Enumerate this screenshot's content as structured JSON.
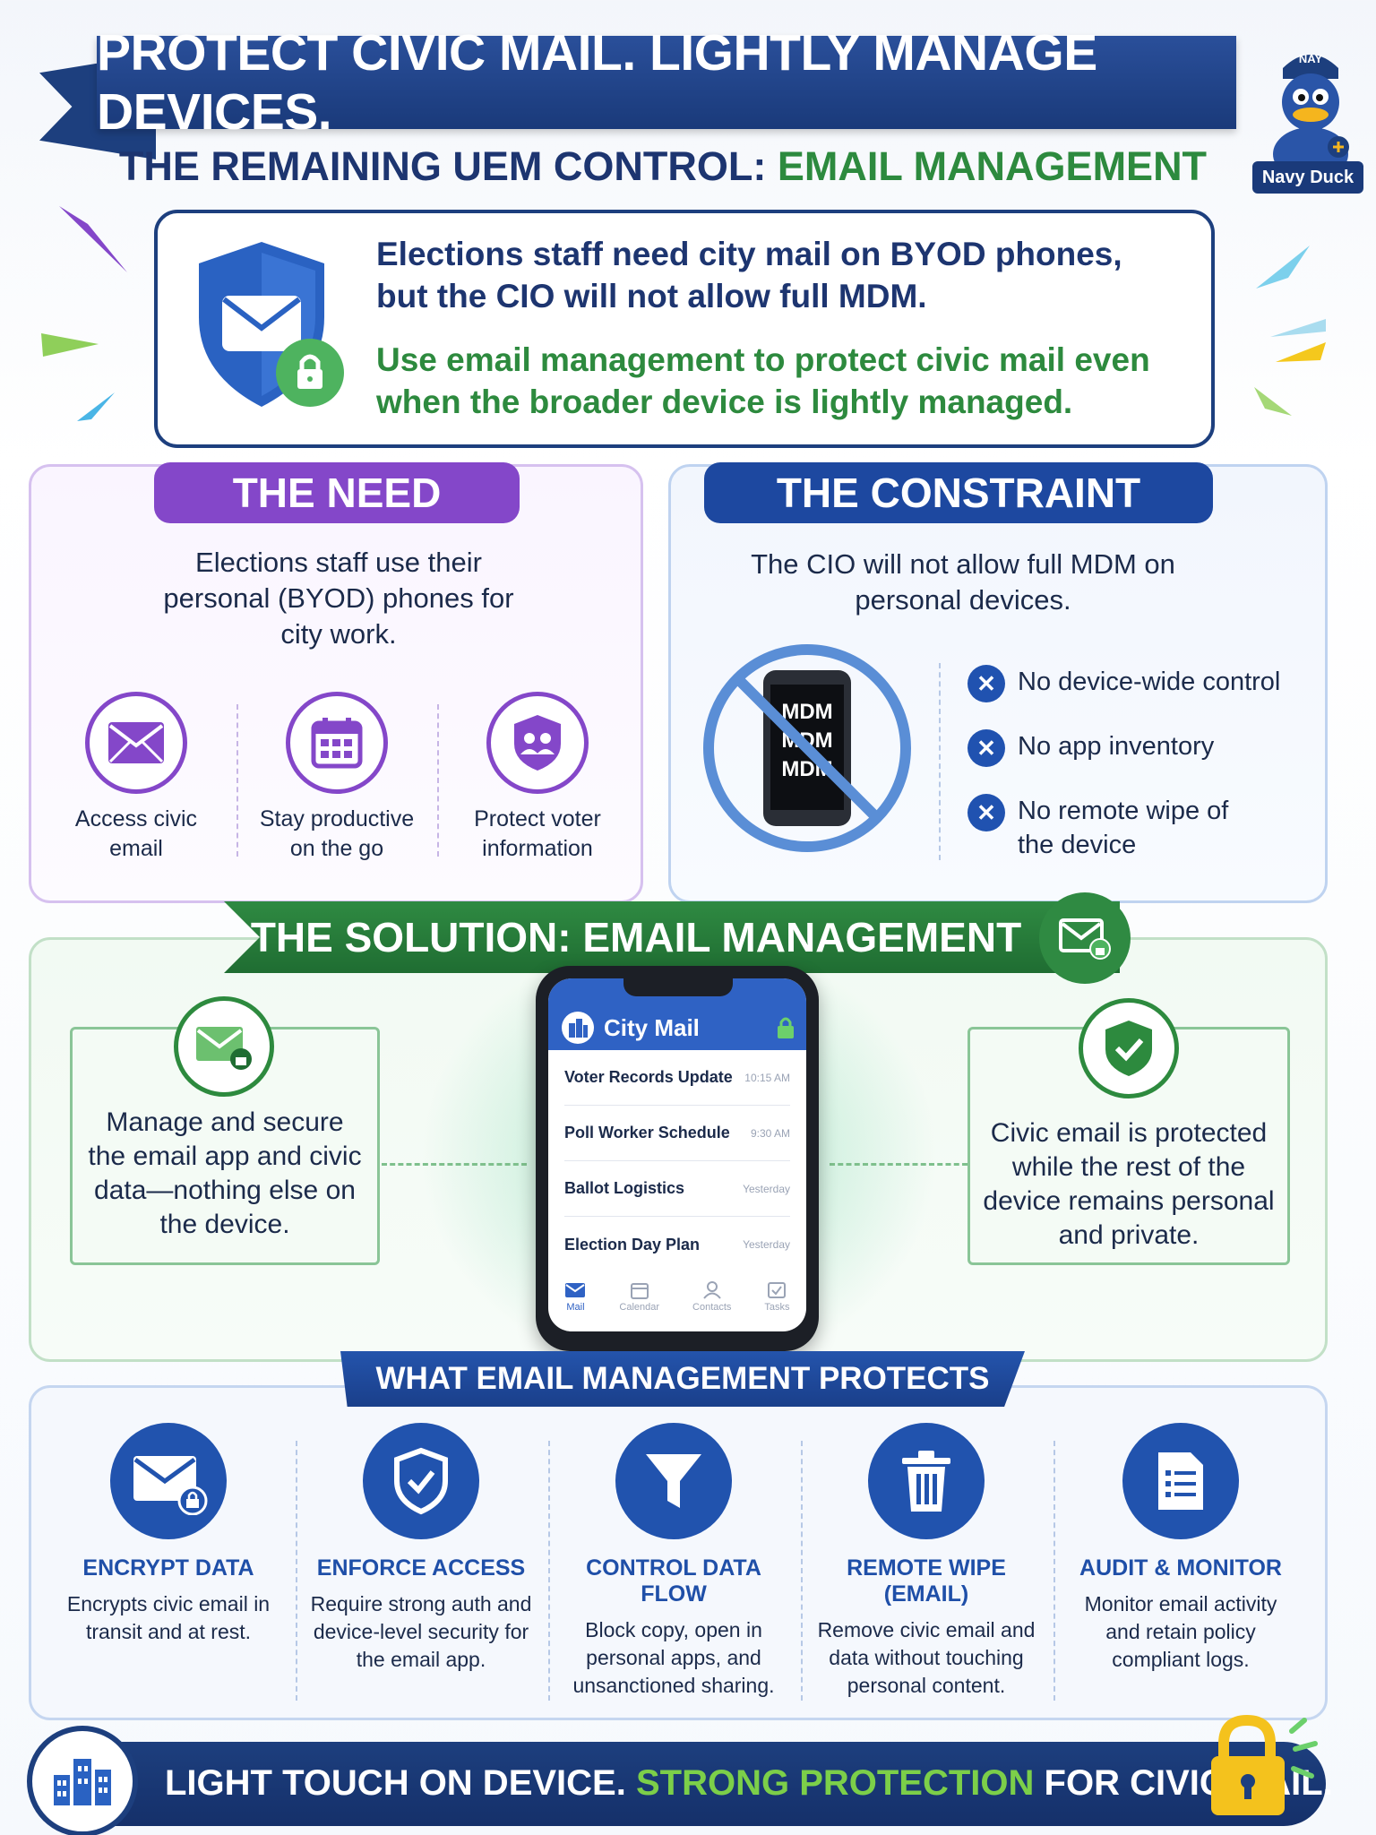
{
  "header": {
    "title": "PROTECT CIVIC MAIL. LIGHTLY MANAGE DEVICES.",
    "subtitle_main": "THE REMAINING UEM CONTROL: ",
    "subtitle_accent": "EMAIL MANAGEMENT",
    "mascot_cap": "NAY",
    "mascot_label": "Navy Duck"
  },
  "intro": {
    "line1": "Elections staff need city mail on BYOD phones, but the CIO will not allow full MDM.",
    "line2": "Use email management to protect civic mail even when the broader device is lightly managed.",
    "icon": "shield-mail-lock-icon"
  },
  "need": {
    "heading": "THE NEED",
    "description": "Elections staff use their personal (BYOD) phones for city work.",
    "items": [
      {
        "label": "Access civic email",
        "icon": "envelope-icon"
      },
      {
        "label": "Stay productive on the go",
        "icon": "calendar-icon"
      },
      {
        "label": "Protect voter information",
        "icon": "shield-people-icon"
      }
    ]
  },
  "constraint": {
    "heading": "THE CONSTRAINT",
    "description": "The CIO will not allow full MDM on personal devices.",
    "phone_screen_text": [
      "MDM",
      "MDM",
      "MDM"
    ],
    "items": [
      {
        "label": "No device-wide control"
      },
      {
        "label": "No app inventory"
      },
      {
        "label": "No remote wipe of the device"
      }
    ],
    "x_glyph": "✕"
  },
  "solution": {
    "heading": "THE SOLUTION: EMAIL MANAGEMENT",
    "left_text": "Manage and secure the email app and civic data—nothing else on the device.",
    "right_text": "Civic email is protected while the rest of the device remains personal and private.",
    "phone": {
      "app_title": "City Mail",
      "messages": [
        {
          "subject": "Voter Records Update",
          "time": "10:15 AM"
        },
        {
          "subject": "Poll Worker Schedule",
          "time": "9:30 AM"
        },
        {
          "subject": "Ballot Logistics",
          "time": "Yesterday"
        },
        {
          "subject": "Election Day Plan",
          "time": "Yesterday"
        }
      ],
      "tabs": [
        "Mail",
        "Calendar",
        "Contacts",
        "Tasks"
      ]
    }
  },
  "protects": {
    "heading": "WHAT EMAIL MANAGEMENT PROTECTS",
    "items": [
      {
        "title": "ENCRYPT DATA",
        "desc": "Encrypts civic email in transit and at rest.",
        "icon": "envelope-lock-icon"
      },
      {
        "title": "ENFORCE ACCESS",
        "desc": "Require strong auth and device-level security for the email app.",
        "icon": "shield-check-icon"
      },
      {
        "title": "CONTROL DATA FLOW",
        "desc": "Block copy, open in personal apps, and unsanctioned sharing.",
        "icon": "funnel-icon"
      },
      {
        "title": "REMOTE WIPE (EMAIL)",
        "desc": "Remove civic email and data without touching personal content.",
        "icon": "trash-icon"
      },
      {
        "title": "AUDIT & MONITOR",
        "desc": "Monitor email activity and retain policy compliant logs.",
        "icon": "document-list-icon"
      }
    ]
  },
  "footer": {
    "part1": "LIGHT TOUCH ON DEVICE. ",
    "part2": "STRONG PROTECTION",
    "part3": " FOR CIVIC MAIL."
  },
  "colors": {
    "navy": "#1d3f7e",
    "green": "#2d8a3e",
    "purple": "#8447c9",
    "blue": "#2153ae",
    "lime": "#7ccf49"
  }
}
